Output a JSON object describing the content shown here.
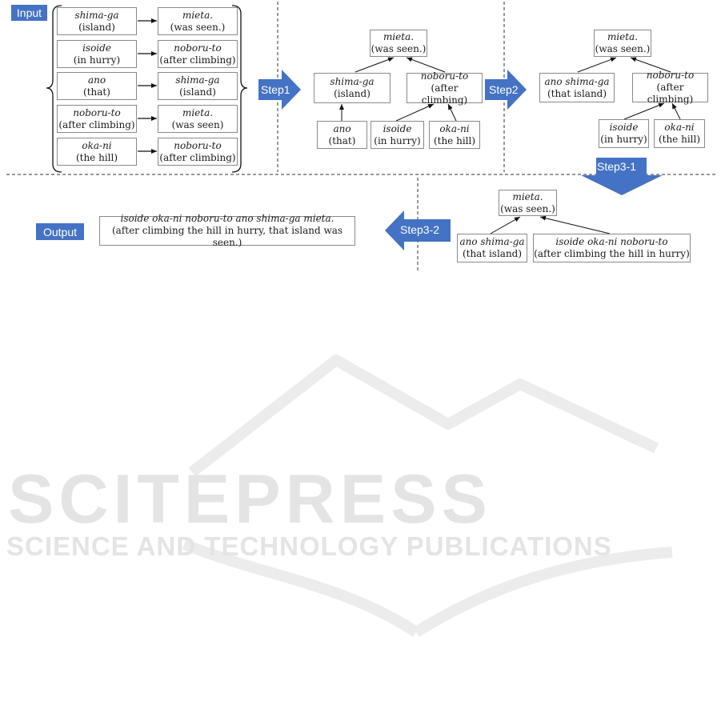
{
  "labels": {
    "input": "Input",
    "output": "Output",
    "step1": "Step1",
    "step2": "Step2",
    "step3_1": "Step3-1",
    "step3_2": "Step3-2"
  },
  "input_pairs": [
    {
      "dep": {
        "w": "shima-ga",
        "g": "(island)"
      },
      "head": {
        "w": "mieta.",
        "g": "(was seen.)"
      }
    },
    {
      "dep": {
        "w": "isoide",
        "g": "(in hurry)"
      },
      "head": {
        "w": "noboru-to",
        "g": "(after climbing)"
      }
    },
    {
      "dep": {
        "w": "ano",
        "g": "(that)"
      },
      "head": {
        "w": "shima-ga",
        "g": "(island)"
      }
    },
    {
      "dep": {
        "w": "noboru-to",
        "g": "(after climbing)"
      },
      "head": {
        "w": "mieta.",
        "g": "(was seen)"
      }
    },
    {
      "dep": {
        "w": "oka-ni",
        "g": "(the hill)"
      },
      "head": {
        "w": "noboru-to",
        "g": "(after climbing)"
      }
    }
  ],
  "step1_tree": {
    "root": {
      "w": "mieta.",
      "g": "(was seen.)"
    },
    "left": {
      "w": "shima-ga",
      "g": "(island)"
    },
    "right": {
      "w": "noboru-to",
      "g": "(after climbing)"
    },
    "left_child": {
      "w": "ano",
      "g": "(that)"
    },
    "right_child1": {
      "w": "isoide",
      "g": "(in hurry)"
    },
    "right_child2": {
      "w": "oka-ni",
      "g": "(the hill)"
    }
  },
  "step2_tree": {
    "root": {
      "w": "mieta.",
      "g": "(was seen.)"
    },
    "left": {
      "w": "ano shima-ga",
      "g": "(that island)"
    },
    "right": {
      "w": "noboru-to",
      "g": "(after climbing)"
    },
    "right_child1": {
      "w": "isoide",
      "g": "(in hurry)"
    },
    "right_child2": {
      "w": "oka-ni",
      "g": "(the hill)"
    }
  },
  "step3_tree": {
    "root": {
      "w": "mieta.",
      "g": "(was seen.)"
    },
    "left": {
      "w": "ano shima-ga",
      "g": "(that island)"
    },
    "right": {
      "w": "isoide oka-ni noboru-to",
      "g": "(after climbing the hill in hurry)"
    }
  },
  "output": {
    "w": "isoide oka-ni noboru-to ano shima-ga mieta.",
    "g": "(after climbing the hill in hurry, that island was seen.)"
  },
  "watermark": {
    "line1": "SCITEPRESS",
    "line2": "SCIENCE AND TECHNOLOGY PUBLICATIONS"
  },
  "colors": {
    "accent": "#4472c4"
  }
}
